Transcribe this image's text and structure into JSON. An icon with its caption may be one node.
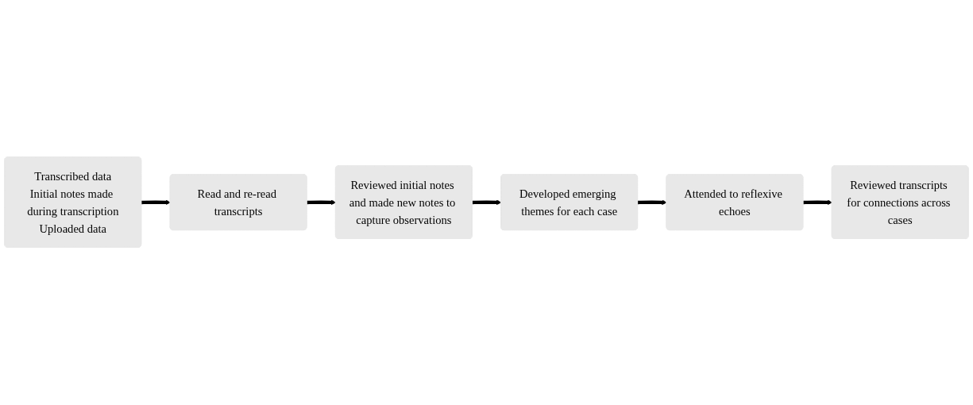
{
  "diagram": {
    "nodes": [
      {
        "text": [
          "Transcribed data",
          "Initial notes made during transcription",
          "Uploaded data"
        ]
      },
      {
        "text": [
          "Read and re-read transcripts"
        ]
      },
      {
        "text": [
          "Reviewed initial notes and made new notes to capture observations"
        ]
      },
      {
        "text": [
          "Developed emerging themes for each case"
        ]
      },
      {
        "text": [
          "Attended to reflexive echoes"
        ]
      },
      {
        "text": [
          "Reviewed transcripts for connections across cases"
        ]
      }
    ],
    "edges": [
      {
        "from": 0,
        "to": 1,
        "arrow": "to"
      },
      {
        "from": 1,
        "to": 2,
        "arrow": "to"
      },
      {
        "from": 2,
        "to": 3,
        "arrow": "to"
      },
      {
        "from": 3,
        "to": 4,
        "arrow": "to"
      },
      {
        "from": 4,
        "to": 5,
        "arrow": "to"
      }
    ]
  }
}
